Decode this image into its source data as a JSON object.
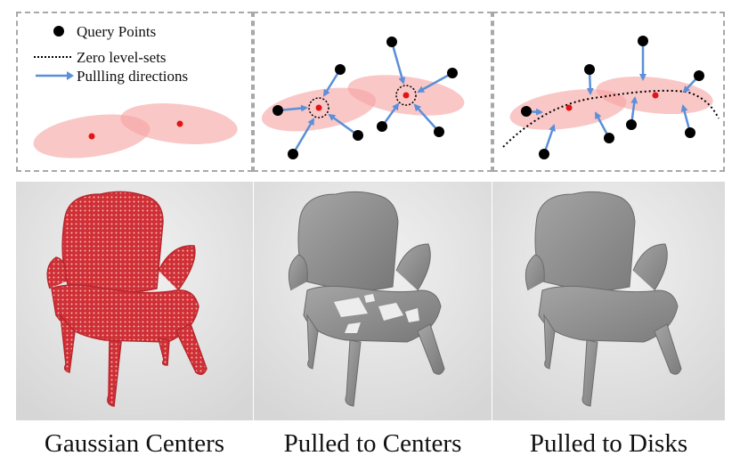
{
  "legend": {
    "query_points": "Query Points",
    "zero_level_sets": "Zero level-sets",
    "pulling_directions": "Pullling directions"
  },
  "captions": {
    "gaussian_centers": "Gaussian Centers",
    "pulled_to_centers": "Pulled to Centers",
    "pulled_to_disks": "Pulled to Disks"
  },
  "colors": {
    "ellipse_fill": "#f6a2a2",
    "center_dot": "#e31414",
    "query_point": "#000000",
    "arrow": "#5b8fd8",
    "panel_border": "#a8a8a8",
    "chair_red": "#cf2f35",
    "chair_gray": "#8d8d8d"
  }
}
